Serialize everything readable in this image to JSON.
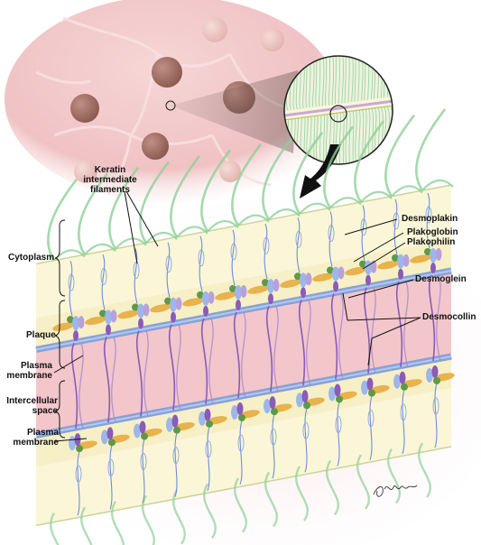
{
  "labels": {
    "keratin": "Keratin\nintermediate\nfilaments",
    "cytoplasm": "Cytoplasm",
    "plaque": "Plaque",
    "plasma_membrane_upper": "Plasma\nmembrane",
    "intercellular_space": "Intercellular\nspace",
    "plasma_membrane_lower": "Plasma\nmembrane",
    "desmoplakin": "Desmoplakin",
    "plakoglobin": "Plakoglobin",
    "plakophilin": "Plakophilin",
    "desmoglein": "Desmoglein",
    "desmocollin": "Desmocollin"
  },
  "colors": {
    "tissue_pink": "#f2c8c8",
    "nucleus": "#a06b62",
    "cytoplasm_band": "#fbf6d8",
    "intercellular_band": "#f3c6cb",
    "membrane_blue": "#7a9bd6",
    "keratin_green": "#8fcf98",
    "plakoglobin_orange": "#e8b24c",
    "desmoglein_purple": "#8a5bb8",
    "desmoplakin_blue": "#6c8fd8",
    "plakophilin_green": "#5c9a48"
  },
  "icons": [
    "magnifier-circle-icon",
    "arrow-down-icon",
    "signature-mark"
  ]
}
